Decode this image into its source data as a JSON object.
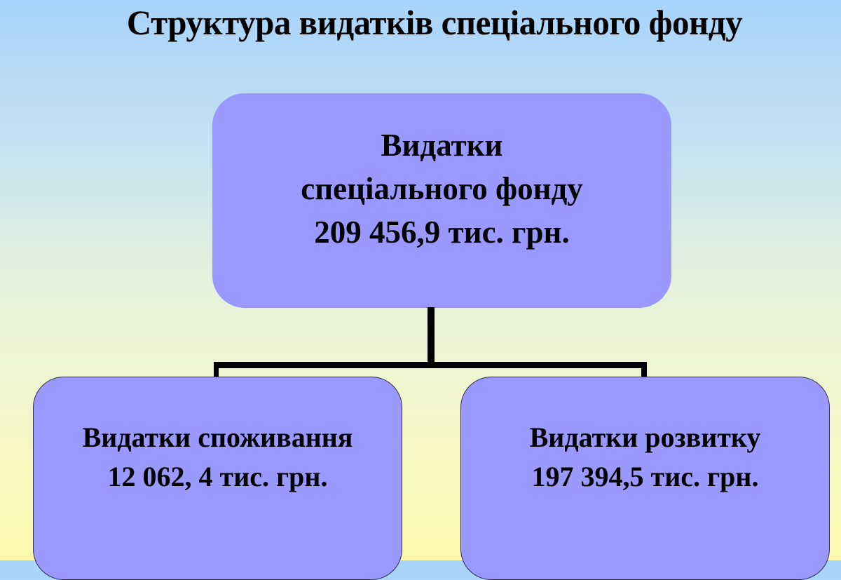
{
  "title": "Структура видатків спеціального фонду",
  "root": {
    "lines": [
      "Видатки",
      "спеціального фонду",
      "209 456,9 тис. грн."
    ],
    "label": "Видатки спеціального фонду",
    "amount": "209 456,9 тис. грн."
  },
  "children": [
    {
      "label": "Видатки споживання",
      "amount": "12 062, 4 тис. грн."
    },
    {
      "label": "Видатки розвитку",
      "amount": "197 394,5 тис. грн."
    }
  ],
  "colors": {
    "node_fill": "#9999ff",
    "connector": "#000000",
    "background_top": "#a8d3fa",
    "background_bottom": "#fdf8ae"
  }
}
